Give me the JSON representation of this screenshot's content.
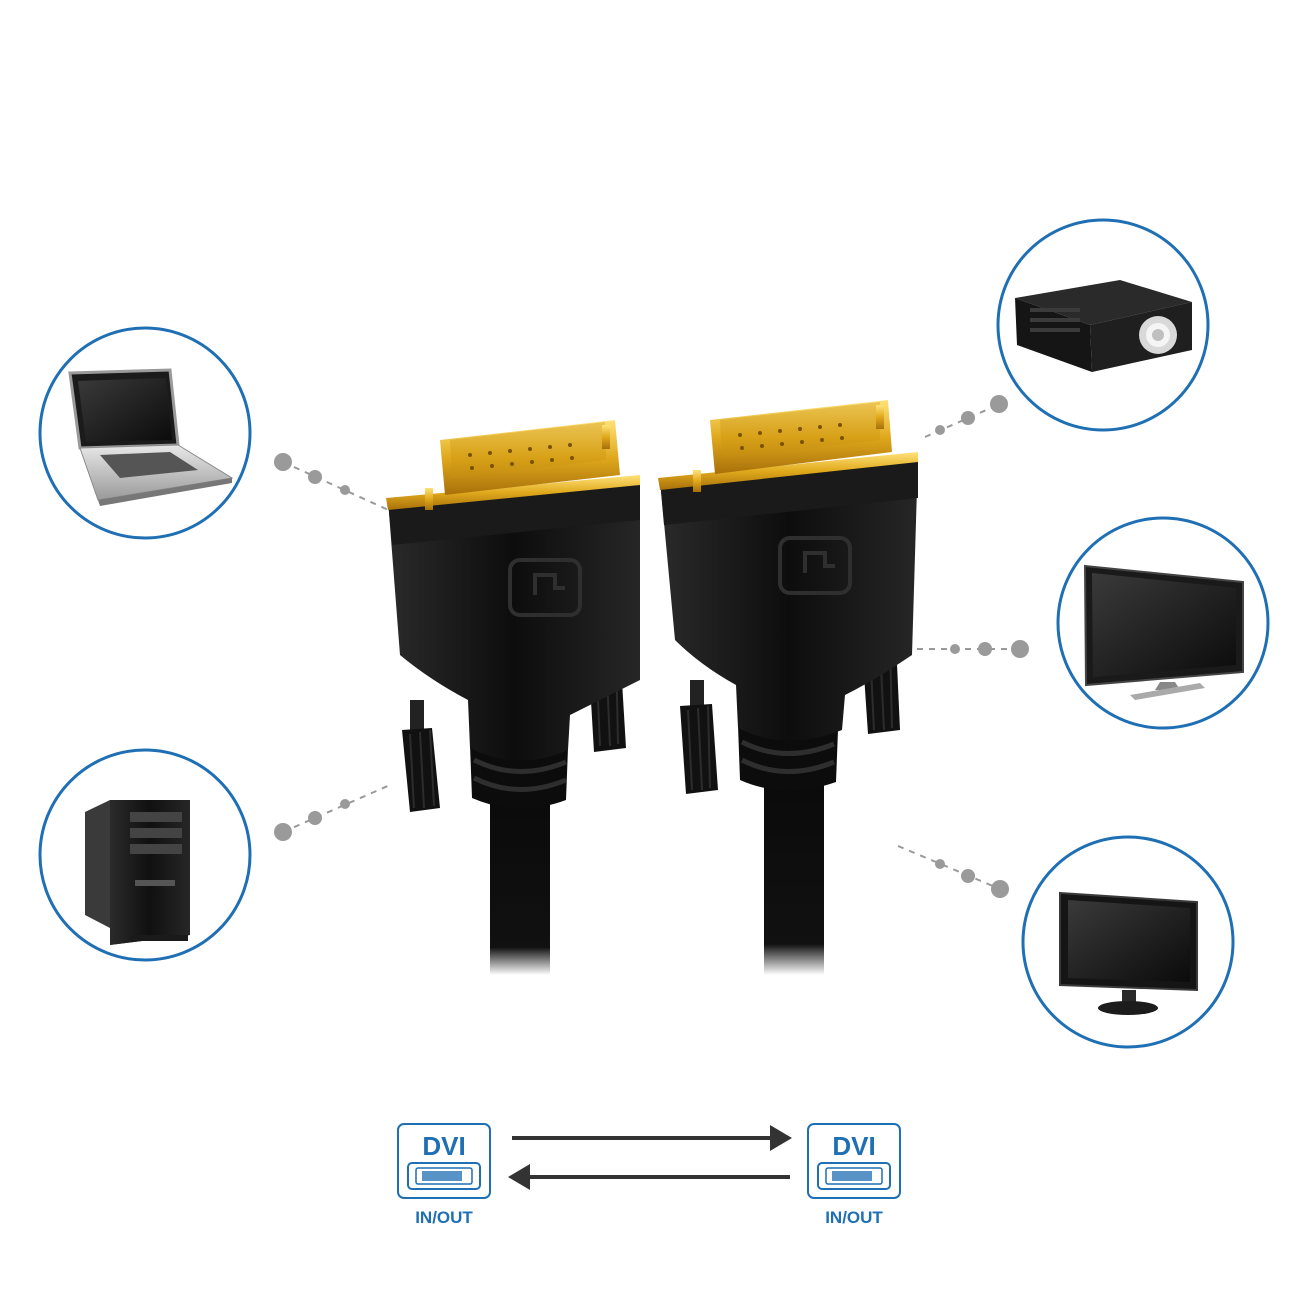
{
  "devices": [
    {
      "id": "laptop",
      "icon": "laptop-icon"
    },
    {
      "id": "desktop-tower",
      "icon": "pc-tower-icon"
    },
    {
      "id": "projector",
      "icon": "projector-icon"
    },
    {
      "id": "tv",
      "icon": "tv-icon"
    },
    {
      "id": "monitor",
      "icon": "monitor-icon"
    }
  ],
  "connectors": {
    "left": {
      "icon": "dvi-plug-icon",
      "label": "DVI",
      "direction": "IN/OUT"
    },
    "right": {
      "icon": "dvi-plug-icon",
      "label": "DVI",
      "direction": "IN/OUT"
    }
  },
  "colors": {
    "circle_border": "#1f6fb4",
    "accent_blue": "#1f6fb4",
    "dots": "#9a9a9a",
    "connector_body": "#141414",
    "gold": "#d4a017"
  }
}
